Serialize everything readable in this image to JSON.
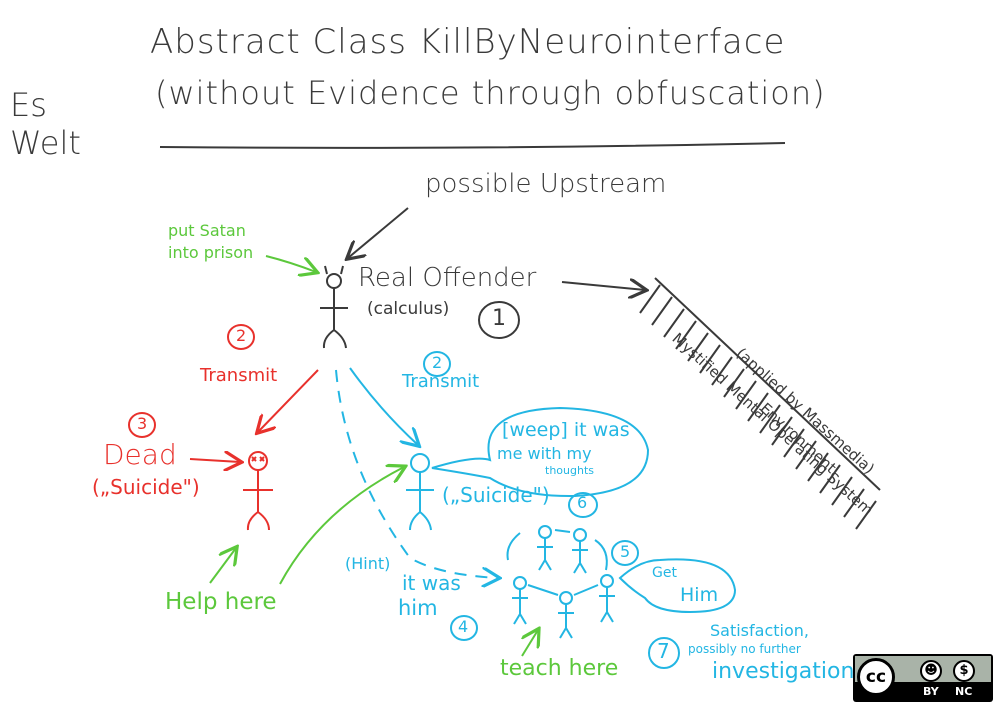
{
  "title_line1": "Abstract Class KillByNeurointerface",
  "title_line2": "(without Evidence through obfuscation)",
  "author_line1": "Es",
  "author_line2": "Welt",
  "upstream": "possible Upstream",
  "satan_line1": "put Satan",
  "satan_line2": "into prison",
  "offender": "Real Offender",
  "calculus": "(calculus)",
  "num1": "1",
  "red_num2": "2",
  "red_transmit": "Transmit",
  "red_num3": "3",
  "dead": "Dead",
  "red_suicide": "(„Suicide\")",
  "help_here": "Help here",
  "cyan_num2": "2",
  "cyan_transmit": "Transmit",
  "bubble_line1": "[weep] it was",
  "bubble_line2": "me with my",
  "bubble_line3": "thoughts",
  "cyan_suicide": "(„Suicide\")",
  "num6": "6",
  "hint": "(Hint)",
  "it_was": "it was",
  "him": "him",
  "num4": "4",
  "num5": "5",
  "get": "Get",
  "get_him": "Him",
  "teach_here": "teach here",
  "num7": "7",
  "satisfaction_line1": "Satisfaction,",
  "satisfaction_line2": "possibly no further",
  "satisfaction_line3": "investigation",
  "mental_line1": "Mystified Mental Operating System",
  "mental_line2": "(applied by Massmedia)",
  "environment": "Environment",
  "license_by": "BY",
  "license_nc": "NC",
  "license_cc": "cc",
  "colors": {
    "ink": "#3a3a3a",
    "red": "#e8312c",
    "cyan": "#23b6e3",
    "green": "#5cc83c"
  }
}
